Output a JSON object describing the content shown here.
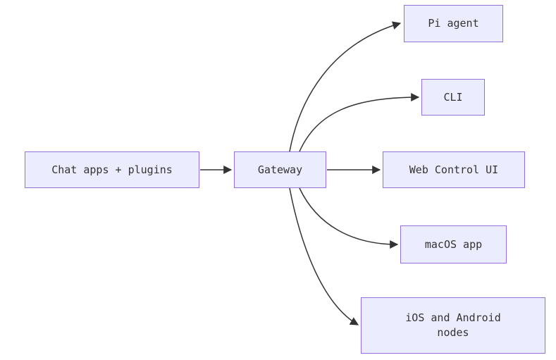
{
  "diagram": {
    "type": "flowchart",
    "direction": "left-to-right",
    "nodes": {
      "chat": {
        "label": "Chat apps + plugins"
      },
      "gateway": {
        "label": "Gateway"
      },
      "pi": {
        "label": "Pi agent"
      },
      "cli": {
        "label": "CLI"
      },
      "web": {
        "label": "Web Control UI"
      },
      "macos": {
        "label": "macOS app"
      },
      "ios": {
        "label": "iOS and Android\nnodes"
      }
    },
    "edges": [
      {
        "from": "Chat apps + plugins",
        "to": "Gateway"
      },
      {
        "from": "Gateway",
        "to": "Pi agent"
      },
      {
        "from": "Gateway",
        "to": "CLI"
      },
      {
        "from": "Gateway",
        "to": "Web Control UI"
      },
      {
        "from": "Gateway",
        "to": "macOS app"
      },
      {
        "from": "Gateway",
        "to": "iOS and Android nodes"
      }
    ],
    "colors": {
      "node_fill": "#ECECFF",
      "node_border": "#9370DB",
      "text": "#333333",
      "edge": "#333333",
      "background": "#FFFFFF"
    }
  }
}
